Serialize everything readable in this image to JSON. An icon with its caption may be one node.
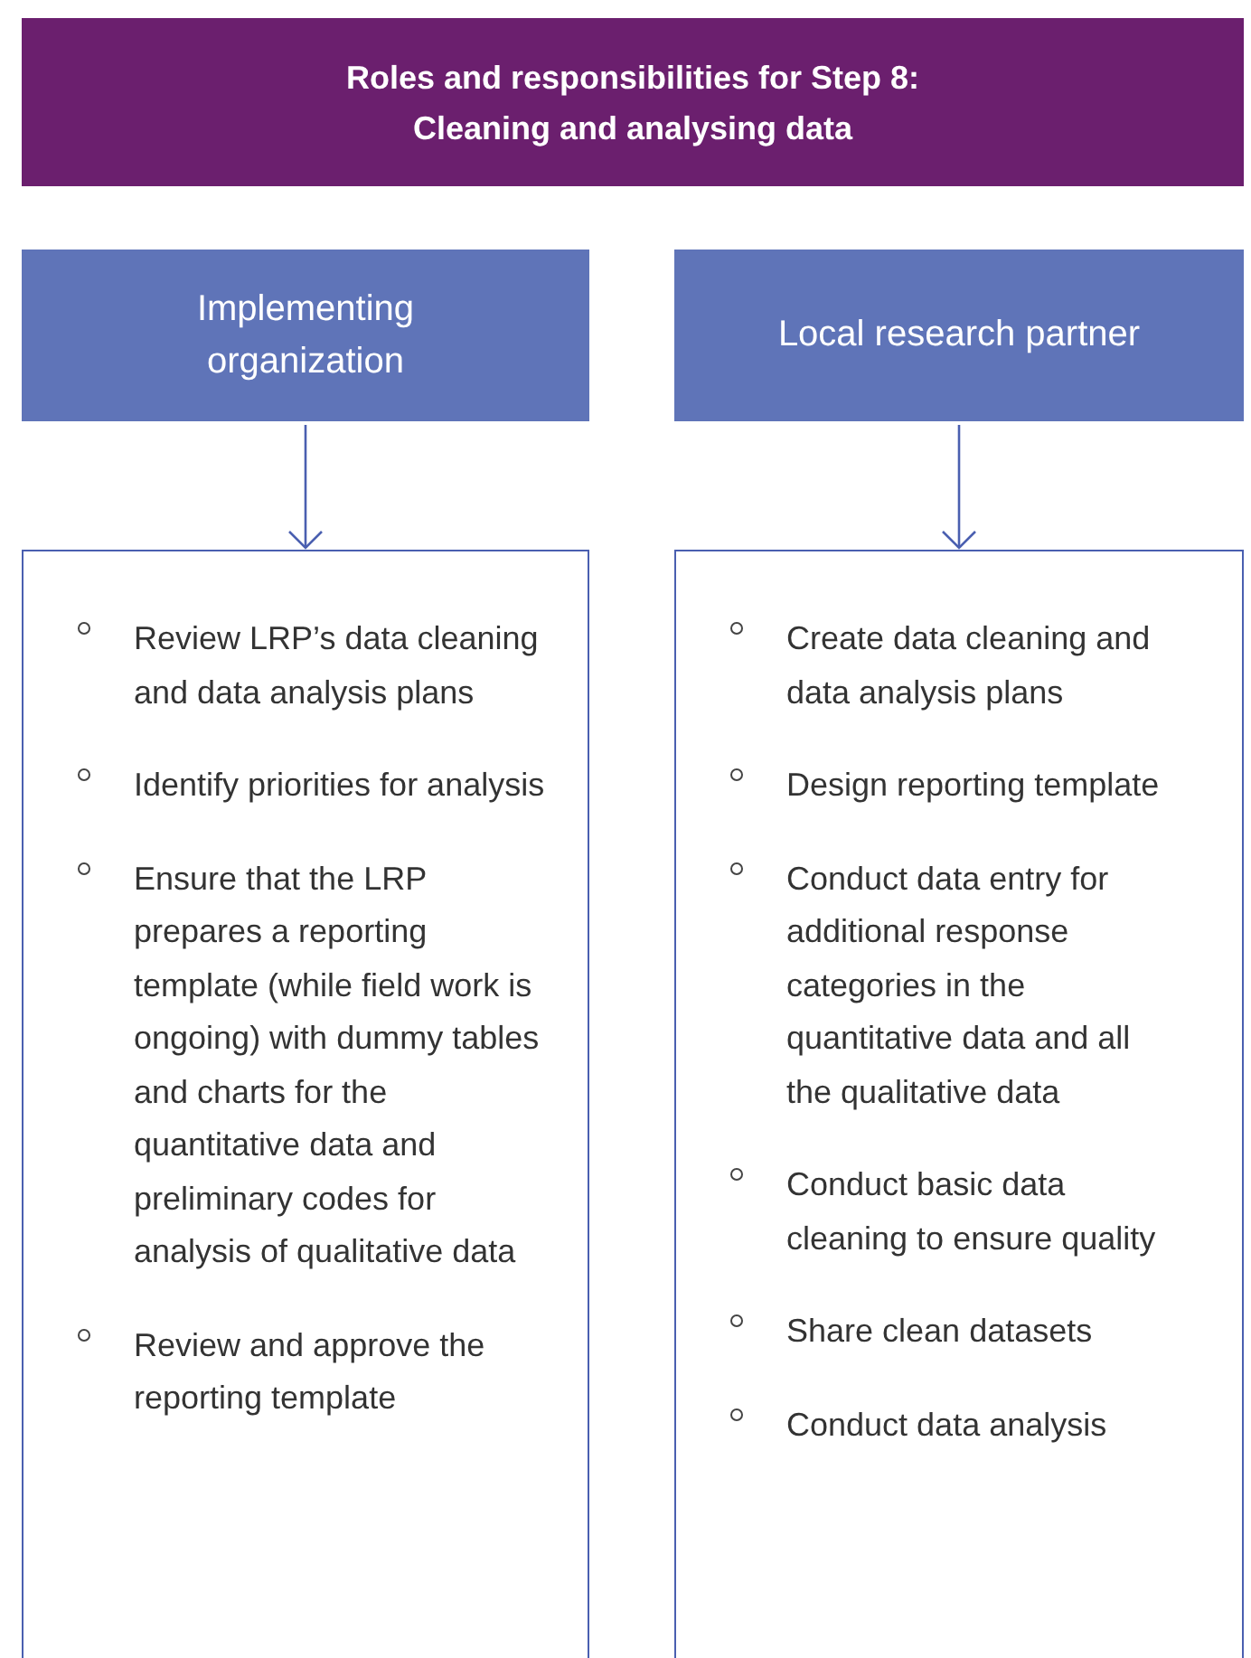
{
  "diagram": {
    "title": "Roles and responsibilities for Step 8: Cleaning and analysing data",
    "nodes": [
      {
        "text": [
          "Implementing organization"
        ]
      },
      {
        "text": [
          "Local research partner"
        ]
      },
      {
        "text": [
          "Review LRP’s data cleaning and data analysis plans",
          "Identify priorities for analysis",
          "Ensure that the LRP prepares a reporting template (while field work is ongoing) with dummy tables and charts for the quantitative data and preliminary codes for analysis of qualitative data",
          "Review and approve the reporting template"
        ]
      },
      {
        "text": [
          "Create data cleaning and data analysis plans",
          "Design reporting template",
          "Conduct data entry for additional response categories in the quantitative data and all the qualitative data",
          "Conduct basic data cleaning to ensure quality",
          "Share clean datasets",
          "Conduct data analysis"
        ]
      }
    ],
    "edges": [
      {
        "from": 0,
        "to": 2,
        "arrow": "to"
      },
      {
        "from": 1,
        "to": 3,
        "arrow": "to"
      }
    ]
  }
}
